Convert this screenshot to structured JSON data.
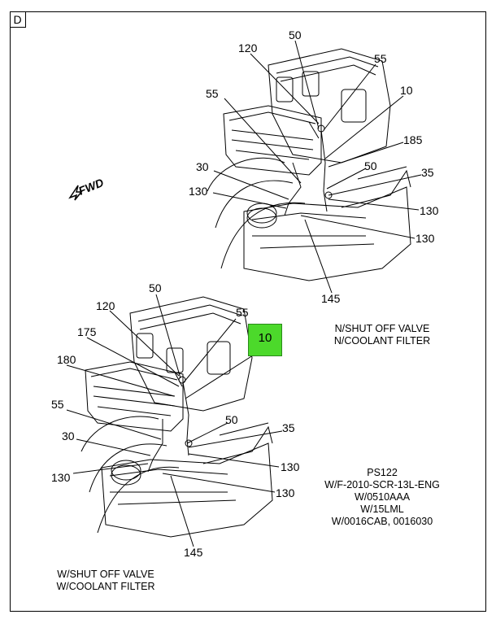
{
  "panel_label": "D",
  "orientation_label": "FWD",
  "top_view": {
    "callouts": [
      "50",
      "120",
      "55",
      "55",
      "10",
      "185",
      "30",
      "50",
      "35",
      "130",
      "130",
      "130",
      "145"
    ]
  },
  "bottom_view": {
    "callouts": [
      "50",
      "120",
      "55",
      "175",
      "180",
      "55",
      "30",
      "50",
      "35",
      "130",
      "130",
      "130",
      "145"
    ],
    "highlighted_callout": "10"
  },
  "notes": {
    "no_valve_line1": "N/SHUT OFF VALVE",
    "no_valve_line2": "N/COOLANT FILTER",
    "with_valve_line1": "W/SHUT OFF VALVE",
    "with_valve_line2": "W/COOLANT FILTER",
    "codes": [
      "PS122",
      "W/F-2010-SCR-13L-ENG",
      "W/0510AAA",
      "W/15LML",
      "W/0016CAB, 0016030"
    ]
  },
  "colors": {
    "highlight": "#4cd92b",
    "line": "#000000"
  }
}
